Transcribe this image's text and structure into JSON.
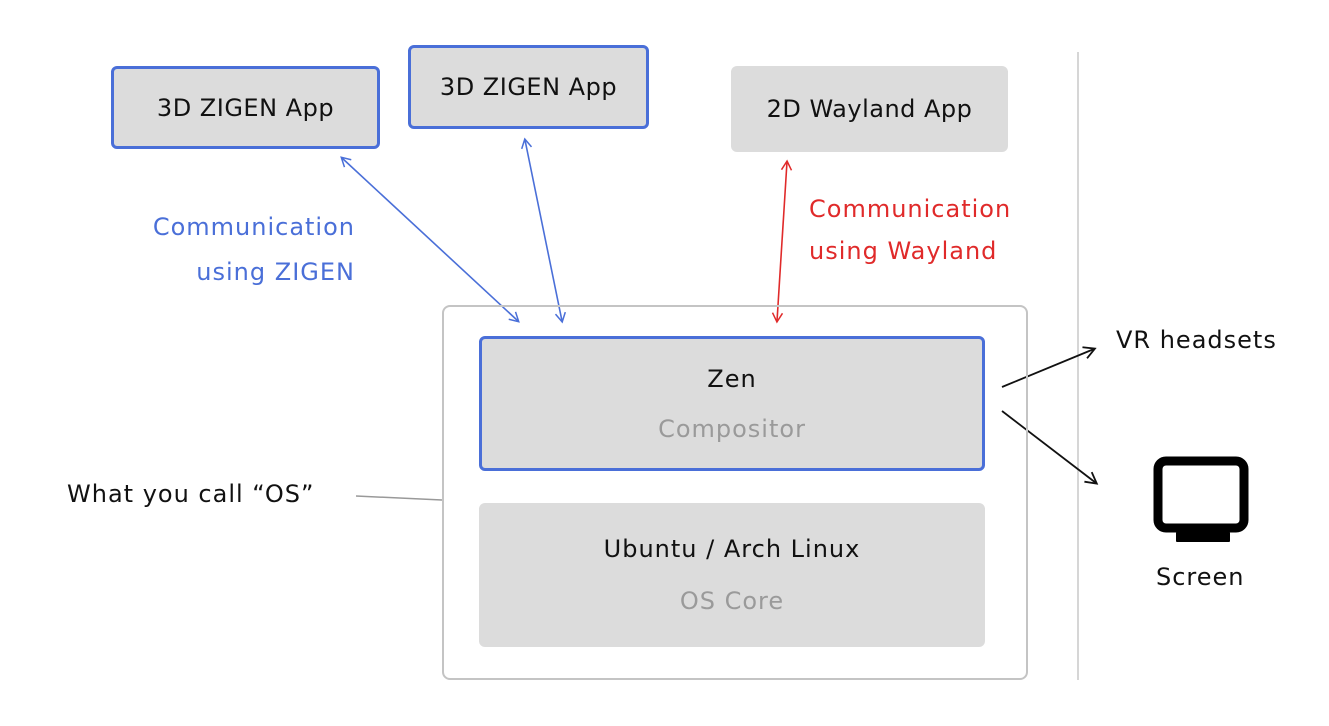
{
  "apps": {
    "zigen_app_1": "3D ZIGEN App",
    "zigen_app_2": "3D ZIGEN App",
    "wayland_app": "2D Wayland App"
  },
  "labels": {
    "comm_zigen_line1": "Communication",
    "comm_zigen_line2": "using ZIGEN",
    "comm_wayland_line1": "Communication",
    "comm_wayland_line2": "using Wayland",
    "os_label": "What you call “OS”"
  },
  "compositor": {
    "title": "Zen",
    "subtitle": "Compositor"
  },
  "os_core": {
    "title": "Ubuntu / Arch Linux",
    "subtitle": "OS Core"
  },
  "outputs": {
    "vr": "VR headsets",
    "screen": "Screen"
  },
  "colors": {
    "zigen_blue": "#4a6fd8",
    "wayland_red": "#e02a2a",
    "box_gray": "#dcdcdc",
    "subtitle_gray": "#9a9a9a"
  },
  "icons": {
    "screen": "monitor-icon"
  }
}
